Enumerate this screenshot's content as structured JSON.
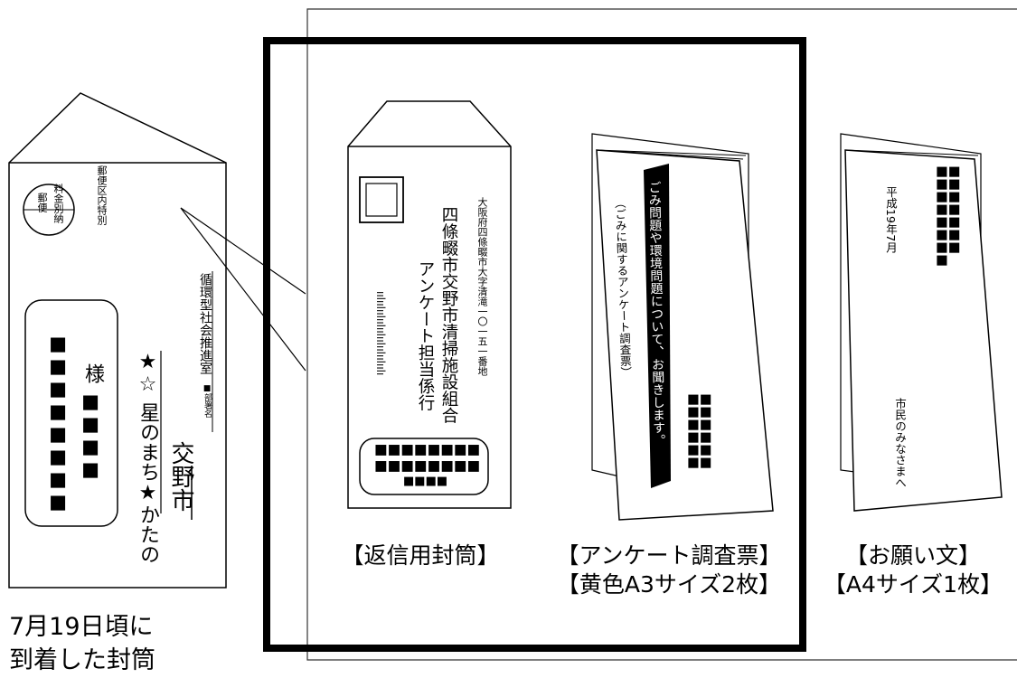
{
  "left_envelope": {
    "postage_mark_lines": [
      "料金別納",
      "郵便"
    ],
    "postal_zone": "郵便区内特別",
    "recipient_blocks_line1": "■■■■■■■■",
    "recipient_blocks_line2": "■■■■",
    "recipient_honorific": "様",
    "sender_star_line": "★☆ 星のまち★かたの",
    "sender_city": "交野市",
    "sender_dept_label": "■部署名",
    "sender_dept": "循環型社会推進室",
    "caption_lines": [
      "7月19日頃に",
      "到着した封筒"
    ]
  },
  "return_envelope": {
    "to_address": "大阪府四條畷市大字清滝一〇一五一番地",
    "to_org": "四條畷市交野市清掃施設組合",
    "to_person": "アンケート担当係行",
    "barcode": "ıılıılıılıılıılıılıılıılıılı",
    "blocks_row1": "■■■■■■■■",
    "blocks_row2": "■■■■■■■■",
    "blocks_row3": "■■■■",
    "caption": "【返信用封筒】"
  },
  "questionnaire": {
    "title": "（ごみに関するアンケート調査票）",
    "banner": "ごみ問題や環境問題について、お聞きします。",
    "blocks": "■■■■■■■■■■■■",
    "caption_lines": [
      "【アンケート調査票】",
      "【黄色A3サイズ2枚】"
    ]
  },
  "request_letter": {
    "date": "平成19年7月",
    "addressee": "市民のみなさまへ",
    "blocks": "■■■■■■■■■■■■■■■",
    "caption_lines": [
      "【お願い文】",
      "【A4サイズ1枚】"
    ]
  }
}
